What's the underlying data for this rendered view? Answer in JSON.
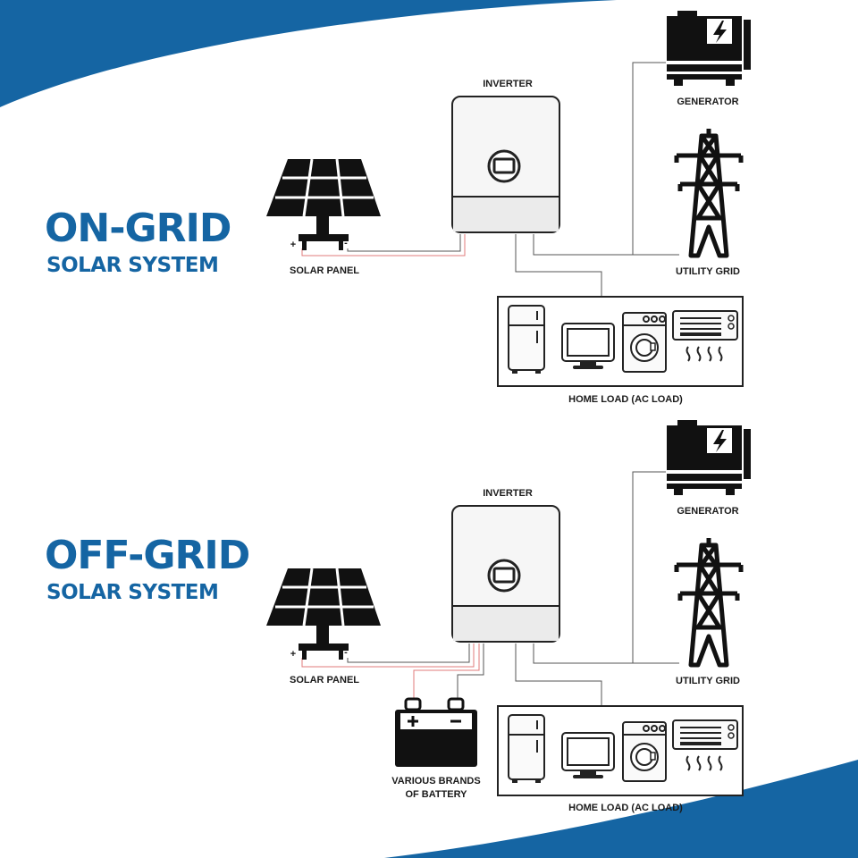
{
  "colors": {
    "brand_blue": "#1565a3",
    "wire_red": "#e07b7b",
    "wire_dark": "#555555"
  },
  "on_grid": {
    "title": "ON-GRID",
    "subtitle": "SOLAR SYSTEM",
    "inverter": "INVERTER",
    "generator": "GENERATOR",
    "utility_grid": "UTILITY GRID",
    "solar_panel": "SOLAR PANEL",
    "home_load": "HOME LOAD (AC LOAD)",
    "plus": "+",
    "minus": "-"
  },
  "off_grid": {
    "title": "OFF-GRID",
    "subtitle": "SOLAR SYSTEM",
    "inverter": "INVERTER",
    "generator": "GENERATOR",
    "utility_grid": "UTILITY GRID",
    "solar_panel": "SOLAR PANEL",
    "home_load": "HOME LOAD (AC LOAD)",
    "battery_line1": "VARIOUS BRANDS",
    "battery_line2": "OF BATTERY",
    "plus": "+",
    "minus": "-"
  }
}
